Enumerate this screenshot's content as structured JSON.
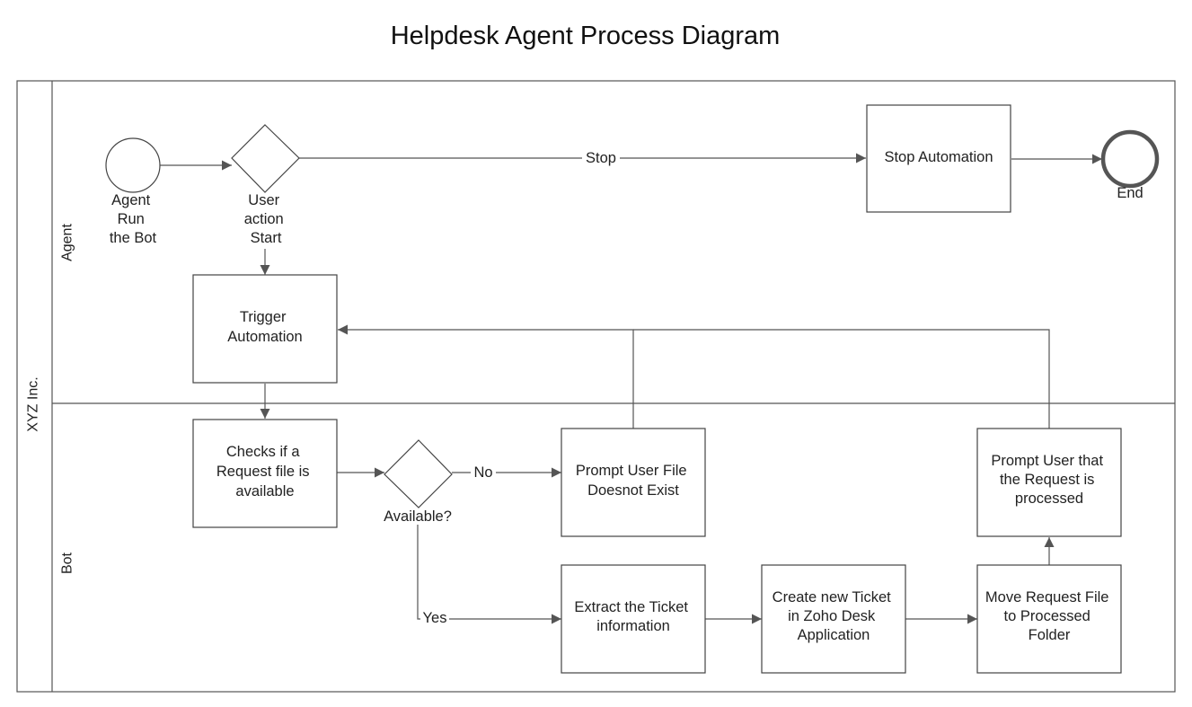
{
  "title": "Helpdesk Agent Process Diagram",
  "pool": {
    "label": "XYZ Inc."
  },
  "lanes": {
    "agent": "Agent",
    "bot": "Bot"
  },
  "events": {
    "start": [
      "Agent",
      "Run",
      "the Bot"
    ],
    "end": "End"
  },
  "gateways": {
    "user_action": [
      "User",
      "action",
      "Start"
    ],
    "available": "Available?"
  },
  "tasks": {
    "stop_automation": [
      "Stop Automation"
    ],
    "trigger_automation": [
      "Trigger",
      "Automation"
    ],
    "checks_request": [
      "Checks if a",
      "Request file is",
      "available"
    ],
    "prompt_not_exist": [
      "Prompt User File",
      "Doesnot Exist"
    ],
    "extract_ticket": [
      "Extract the Ticket",
      "information"
    ],
    "create_ticket": [
      "Create new Ticket",
      "in Zoho Desk",
      "Application"
    ],
    "move_file": [
      "Move Request File",
      "to Processed",
      "Folder"
    ],
    "prompt_processed": [
      "Prompt User that",
      "the Request is",
      "processed"
    ]
  },
  "flow_labels": {
    "stop": "Stop",
    "no": "No",
    "yes": "Yes"
  }
}
